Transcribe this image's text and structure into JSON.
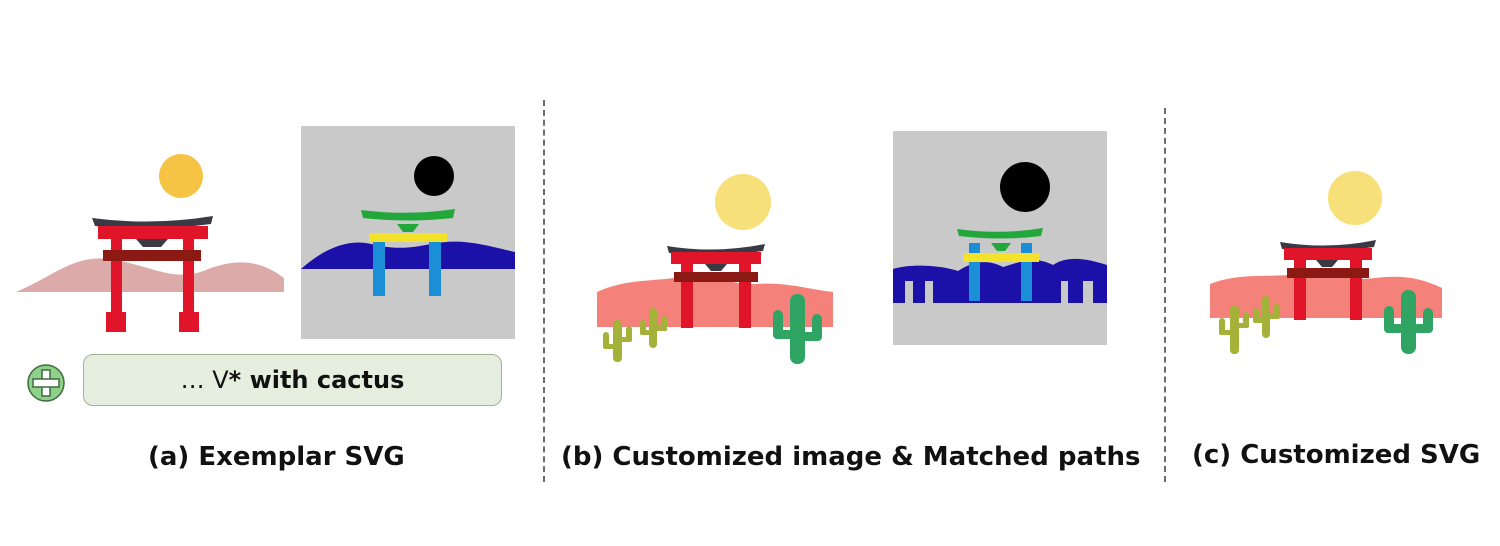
{
  "prompt": {
    "prefix": "… V",
    "bold_suffix": "* with cactus"
  },
  "captions": {
    "a": "(a) Exemplar SVG",
    "b": "(b) Customized image & Matched paths",
    "c": "(c) Customized SVG"
  },
  "colors": {
    "gate_red": "#e1152a",
    "gate_beam": "#8b1a14",
    "roof_dark": "#3a3a45",
    "sun_orange": "#f6c445",
    "sun_pale": "#f7e07a",
    "hill_pink": "#dcaaa8",
    "hill_salmon": "#f4827a",
    "cactus_green": "#2fa463",
    "cactus_olive": "#a4b23a",
    "mask_bg": "#c9c9c9",
    "mask_blue": "#1b10a8",
    "mask_cyan": "#1a8fd8",
    "mask_green": "#22a83a",
    "mask_yellow": "#f2e22a",
    "plus_green": "#8fd08a"
  }
}
